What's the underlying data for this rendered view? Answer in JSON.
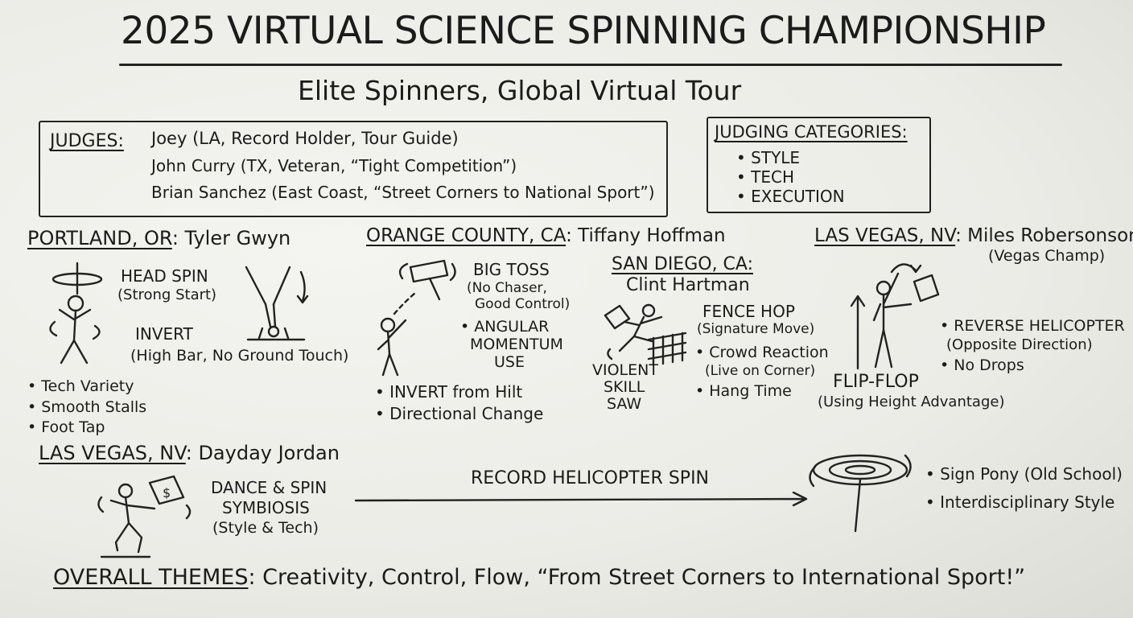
{
  "title": "2025 VIRTUAL SCIENCE SPINNING CHAMPIONSHIP",
  "subtitle": "Elite Spinners, Global Virtual Tour",
  "judges": {
    "label": "JUDGES:",
    "list": [
      "Joey (LA, Record Holder, Tour Guide)",
      "John Curry (TX, Veteran, “Tight Competition”)",
      "Brian Sanchez (East Coast, “Street Corners to National Sport”)"
    ]
  },
  "categories": {
    "label": "JUDGING CATEGORIES:",
    "items": [
      "STYLE",
      "TECH",
      "EXECUTION"
    ]
  },
  "portland": {
    "location": "PORTLAND, OR",
    "name": "Tyler Gwyn",
    "move1": "HEAD SPIN",
    "move1_note": "(Strong Start)",
    "move2": "INVERT",
    "move2_note": "(High Bar, No Ground Touch)",
    "bullets": [
      "Tech Variety",
      "Smooth Stalls",
      "Foot Tap"
    ]
  },
  "orange": {
    "location": "ORANGE COUNTY, CA",
    "name": "Tiffany Hoffman",
    "move1": "BIG TOSS",
    "move1_note_1": "(No Chaser,",
    "move1_note_2": "Good Control)",
    "move2_1": "ANGULAR",
    "move2_2": "MOMENTUM",
    "move2_3": "USE",
    "bullets": [
      "INVERT from Hilt",
      "Directional Change"
    ]
  },
  "sandiego": {
    "location": "SAN DIEGO, CA",
    "name": "Clint Hartman",
    "move1": "FENCE HOP",
    "move1_note": "(Signature Move)",
    "bullet1": "Crowd Reaction",
    "bullet1_note": "(Live on Corner)",
    "bullet2": "Hang Time",
    "skill_1": "VIOLENT",
    "skill_2": "SKILL",
    "skill_3": "SAW"
  },
  "vegas1": {
    "location": "LAS VEGAS, NV",
    "name": "Miles Robersonson",
    "note": "(Vegas Champ)",
    "bullet1": "REVERSE HELICOPTER",
    "bullet1_note": "(Opposite Direction)",
    "bullet2": "No Drops",
    "move": "FLIP-FLOP",
    "move_note": "(Using Height Advantage)"
  },
  "vegas2": {
    "location": "LAS VEGAS, NV",
    "name": "Dayday Jordan",
    "move_1": "DANCE & SPIN",
    "move_2": "SYMBIOSIS",
    "move_3": "(Style & Tech)",
    "sign_glyph": "$"
  },
  "record": {
    "label": "RECORD HELICOPTER SPIN",
    "bullets": [
      "Sign Pony (Old School)",
      "Interdisciplinary Style"
    ]
  },
  "themes": {
    "label": "OVERALL THEMES",
    "text": "Creativity, Control, Flow, “From Street Corners to International Sport!”"
  },
  "icons": {
    "headspin": "spinner-head-spin-icon",
    "handstand": "handstand-invert-icon",
    "toss": "sign-toss-icon",
    "fencehop": "fence-hop-icon",
    "flipflop": "flip-flop-icon",
    "dance": "dance-spin-icon",
    "helicopter": "helicopter-spin-icon"
  }
}
